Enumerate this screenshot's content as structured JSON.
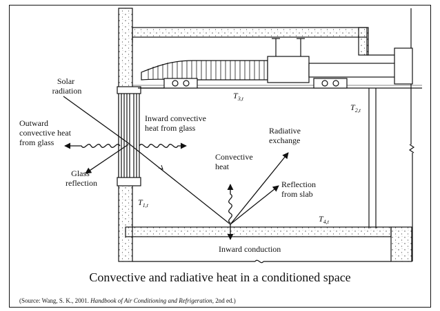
{
  "diagram": {
    "labels": {
      "solar_radiation": [
        "Solar",
        "radiation"
      ],
      "outward_convective": [
        "Outward",
        "convective heat",
        "from glass"
      ],
      "inward_convective": [
        "Inward convective",
        "heat from glass"
      ],
      "glass_reflection": [
        "Glass",
        "reflection"
      ],
      "radiative_exchange": [
        "Radiative",
        "exchange"
      ],
      "convective_heat": [
        "Convective",
        "heat"
      ],
      "reflection_slab": [
        "Reflection",
        "from slab"
      ],
      "inward_conduction": "Inward conduction"
    },
    "temps": {
      "t1": {
        "sym": "T",
        "sub": "1,t"
      },
      "t2": {
        "sym": "T",
        "sub": "2,t"
      },
      "t3": {
        "sym": "T",
        "sub": "3,t"
      },
      "t4": {
        "sym": "T",
        "sub": "4,t"
      }
    }
  },
  "caption": "Convective and radiative heat in a conditioned space",
  "source": {
    "prefix": "(Source: Wang, S. K., 2001. ",
    "book": "Handbook of Air Conditioning and Refrigeration",
    "suffix": ", 2nd ed.)"
  }
}
